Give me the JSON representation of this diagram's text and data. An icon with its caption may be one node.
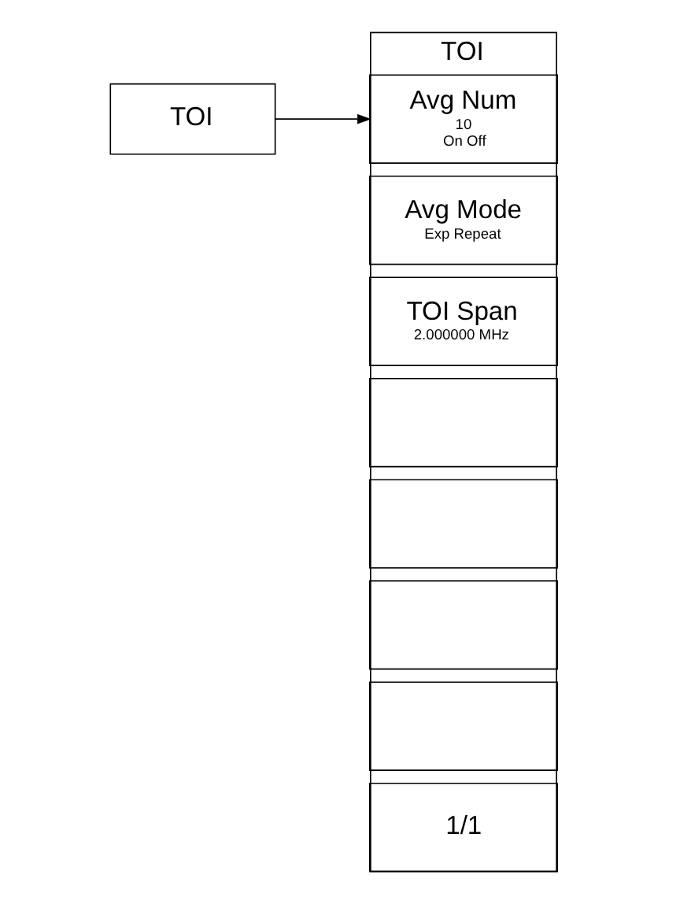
{
  "diagram": {
    "nodes": [
      {
        "text": [
          "TOI"
        ]
      },
      {
        "text": [
          "TOI"
        ]
      },
      {
        "text": [
          "Avg Num",
          "10",
          "On Off"
        ],
        "in": 1
      },
      {
        "text": [
          "Avg Mode",
          "Exp Repeat"
        ],
        "in": 1
      },
      {
        "text": [
          "TOI Span",
          "2.000000 MHz"
        ],
        "in": 1
      },
      {
        "text": [],
        "shape": "box",
        "in": 1
      },
      {
        "text": [],
        "shape": "box",
        "in": 1
      },
      {
        "text": [],
        "shape": "box",
        "in": 1
      },
      {
        "text": [],
        "shape": "box",
        "in": 1
      },
      {
        "text": [
          "1/1"
        ],
        "in": 1
      }
    ],
    "edges": [
      {
        "from": 0,
        "to": 2,
        "arrow": "to"
      }
    ]
  }
}
